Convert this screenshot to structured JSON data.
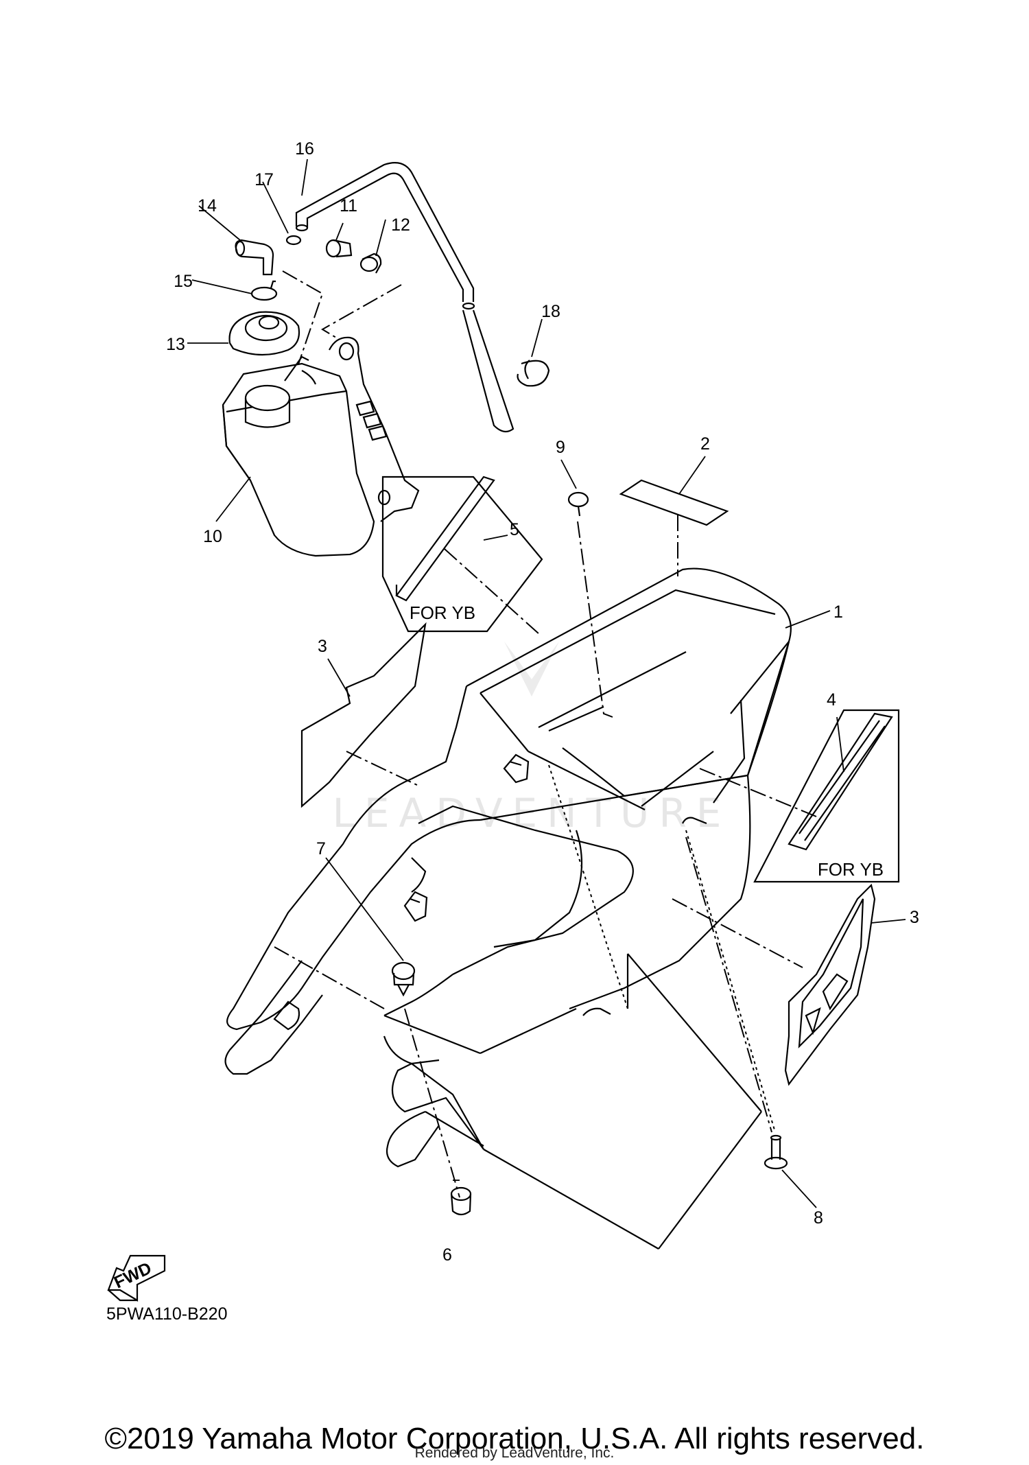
{
  "diagram": {
    "callouts": [
      "1",
      "2",
      "3",
      "3",
      "4",
      "5",
      "6",
      "7",
      "8",
      "9",
      "10",
      "11",
      "12",
      "13",
      "14",
      "15",
      "16",
      "17",
      "18"
    ],
    "box_labels": [
      "FOR YB",
      "FOR YB"
    ],
    "fwd_label": "FWD",
    "drawing_code": "5PWA110-B220",
    "watermark": "LEADVENTURE"
  },
  "footer": {
    "copyright": "©2019 Yamaha Motor Corporation, U.S.A. All rights reserved.",
    "rendered_by": "Rendered by LeadVenture, Inc."
  }
}
